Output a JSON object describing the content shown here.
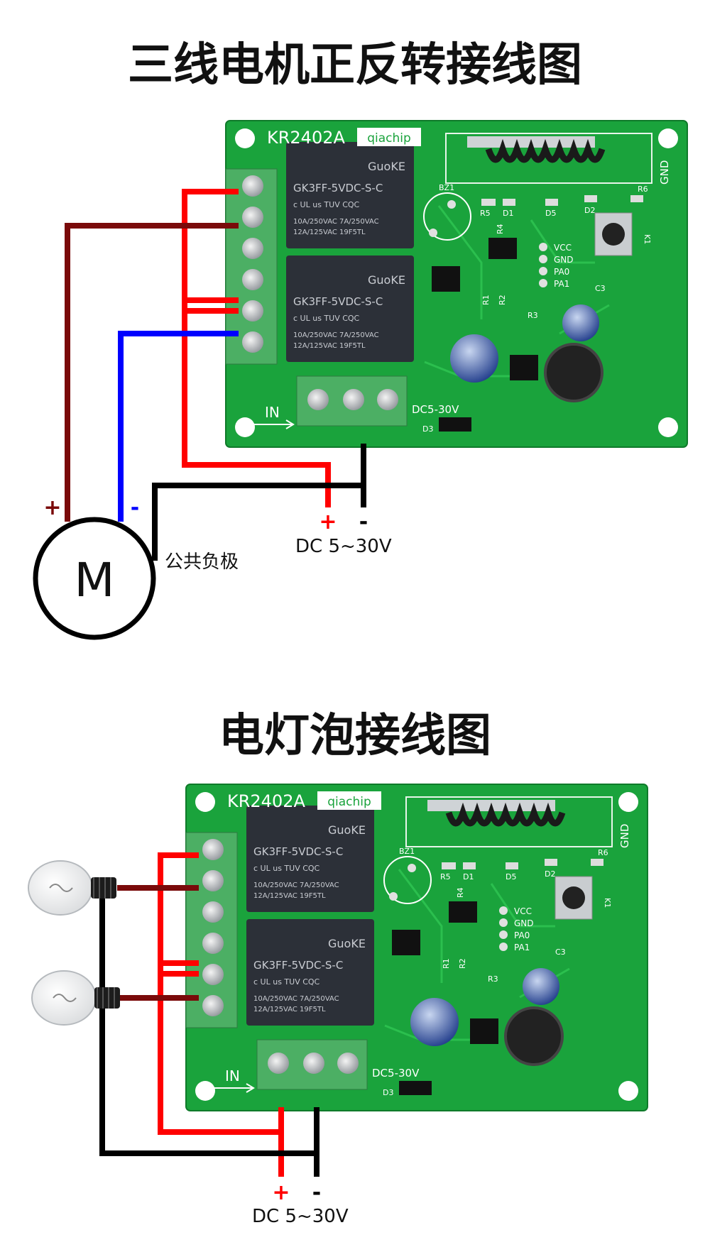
{
  "diagram1": {
    "title": "三线电机正反转接线图",
    "board": {
      "model": "KR2402A",
      "brand": "qiachip",
      "input_label": "IN",
      "dc_label": "DC5-30V",
      "gnd_label": "GND",
      "pin_labels": [
        "VCC",
        "GND",
        "PA0",
        "PA1"
      ],
      "component_labels": [
        "BZ1",
        "R5",
        "D1",
        "D5",
        "D2",
        "R6",
        "R4",
        "C3",
        "R1",
        "R2",
        "R3",
        "D3",
        "K1"
      ],
      "relay": {
        "brand": "GuoKE",
        "model": "GK3FF-5VDC-S-C",
        "cert": "c UL us  TUV  CQC",
        "rating_1": "10A/250VAC  7A/250VAC",
        "rating_2": "12A/125VAC   19F5TL"
      }
    },
    "motor_label": "M",
    "plus_sign": "+",
    "minus_sign": "-",
    "common_neg_label": "公共负极",
    "power_label": "DC 5~30V",
    "colors": {
      "positive": "#ff0000",
      "motor_pos": "#7a0a0a",
      "motor_neg": "#0000ff",
      "ground": "#000000",
      "pcb": "#1aa33c"
    }
  },
  "diagram2": {
    "title": "电灯泡接线图",
    "board": {
      "model": "KR2402A",
      "brand": "qiachip",
      "input_label": "IN",
      "dc_label": "DC5-30V",
      "gnd_label": "GND",
      "pin_labels": [
        "VCC",
        "GND",
        "PA0",
        "PA1"
      ],
      "component_labels": [
        "BZ1",
        "R5",
        "D1",
        "D5",
        "D2",
        "R6",
        "R4",
        "C3",
        "R1",
        "R2",
        "R3",
        "D3",
        "K1"
      ],
      "relay": {
        "brand": "GuoKE",
        "model": "GK3FF-5VDC-S-C",
        "cert": "c UL us  TUV  CQC",
        "rating_1": "10A/250VAC  7A/250VAC",
        "rating_2": "12A/125VAC   19F5TL"
      }
    },
    "plus_sign": "+",
    "minus_sign": "-",
    "power_label": "DC 5~30V",
    "lamps": [
      "lamp-1",
      "lamp-2"
    ]
  }
}
